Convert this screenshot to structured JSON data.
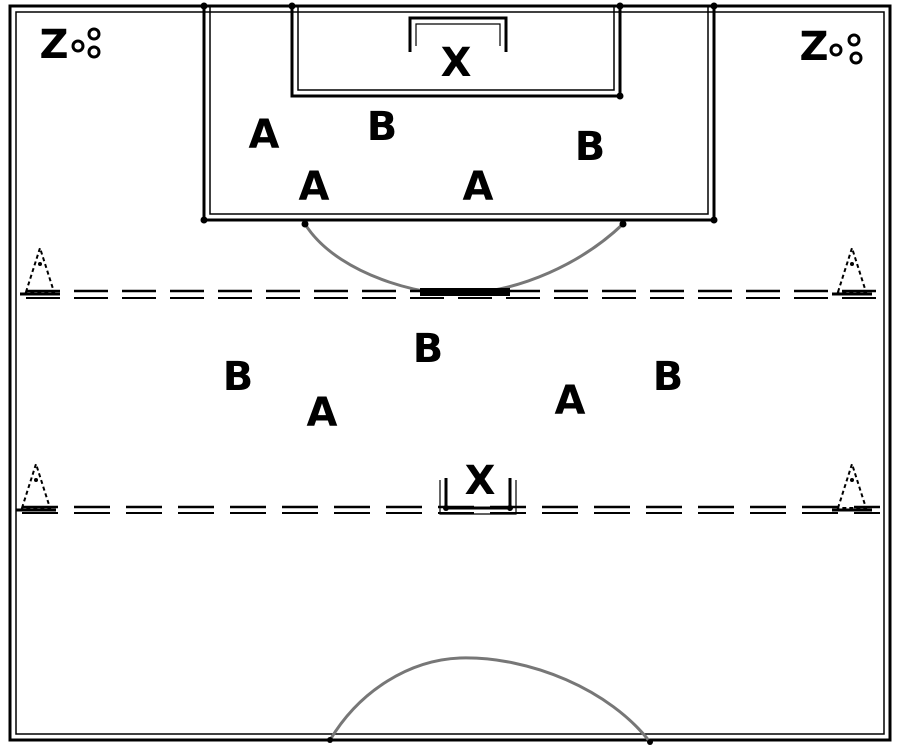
{
  "drill": {
    "zone_label_left": "Z",
    "zone_label_right": "Z",
    "goalkeeper_top": "X",
    "goalkeeper_middle": "X",
    "team_a": "A",
    "team_b": "B"
  },
  "colors": {
    "lines": "#000000",
    "background": "#ffffff",
    "arc": "#777777"
  },
  "icons": [
    "cone-icon",
    "ball-icon",
    "goal-icon"
  ]
}
